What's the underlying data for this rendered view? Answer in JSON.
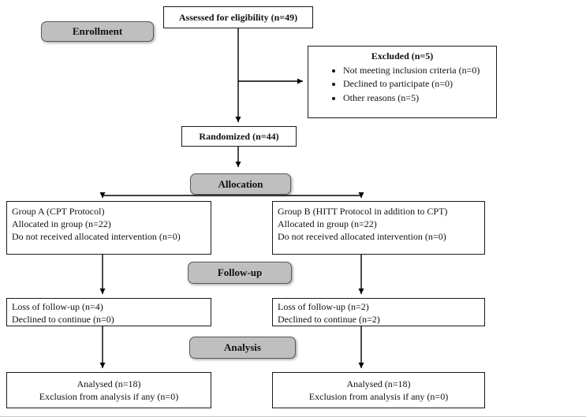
{
  "stages": {
    "enrollment": "Enrollment",
    "allocation": "Allocation",
    "followup": "Follow-up",
    "analysis": "Analysis"
  },
  "boxes": {
    "eligibility": {
      "text": "Assessed for eligibility (n=49)"
    },
    "excluded": {
      "title": "Excluded (n=5)",
      "items": [
        "Not meeting inclusion criteria (n=0)",
        "Declined to participate (n=0)",
        "Other reasons (n=5)"
      ]
    },
    "randomized": {
      "text": "Randomized (n=44)"
    },
    "group_a": {
      "lines": [
        "Group A (CPT Protocol)",
        "Allocated in group (n=22)",
        "Do not received allocated intervention (n=0)"
      ]
    },
    "group_b": {
      "lines": [
        "Group B (HITT Protocol in addition to CPT)",
        "Allocated in group (n=22)",
        "Do not received allocated intervention (n=0)"
      ]
    },
    "followup_a": {
      "lines": [
        "Loss of follow-up (n=4)",
        "Declined to continue (n=0)"
      ]
    },
    "followup_b": {
      "lines": [
        "Loss of follow-up (n=2)",
        "Declined to continue (n=2)"
      ]
    },
    "analysed_a": {
      "lines": [
        "Analysed (n=18)",
        "Exclusion from analysis if any (n=0)"
      ]
    },
    "analysed_b": {
      "lines": [
        "Analysed (n=18)",
        "Exclusion from analysis if any (n=0)"
      ]
    }
  },
  "colors": {
    "stage_fill": "#bfbfbf",
    "stage_border": "#595959",
    "box_border": "#1a1a1a",
    "arrow": "#000000"
  }
}
